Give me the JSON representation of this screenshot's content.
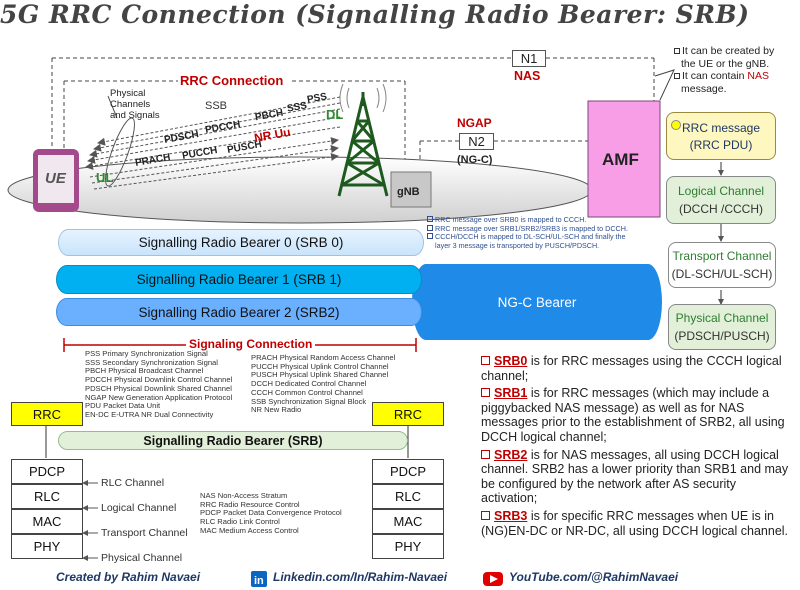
{
  "title": "5G RRC Connection (Signalling Radio Bearer: SRB)",
  "top": {
    "rrc_connection": "RRC Connection",
    "n1": "N1",
    "nas": "NAS",
    "ngap": "NGAP",
    "n2": "N2",
    "ngc": "(NG-C)",
    "amf": "AMF",
    "gnb": "gNB",
    "ue": "UE",
    "ul": "UL",
    "dl": "DL",
    "nr_uu": "NR Uu",
    "ssb": "SSB",
    "phys_label": [
      "Physical",
      "Channels",
      "and Signals"
    ],
    "dl_channels": [
      "PSS",
      "SSS",
      "PBCH",
      "PDCCH",
      "PDSCH"
    ],
    "ul_channels": [
      "PRACH",
      "PUCCH",
      "PUSCH"
    ],
    "amf_notes": [
      "It can be created by",
      "the UE or the gNB.",
      "It can contain ",
      "NAS",
      "message."
    ]
  },
  "srb_notes": [
    "RRC message over SRB0 is mapped to CCCH.",
    "RRC message over SRB1/SRB2/SRB3 is mapped to DCCH.",
    "CCCH/DCCH is mapped to DL-SCH/UL-SCH and finally the",
    "layer 3 message is transported by PUSCH/PDSCH."
  ],
  "bearers": {
    "srb0": "Signalling Radio Bearer 0 (SRB 0)",
    "srb1": "Signalling Radio Bearer 1 (SRB 1)",
    "srb2": "Signalling Radio Bearer 2 (SRB2)",
    "ngc_bearer": "NG-C  Bearer",
    "signaling_connection": "Signaling Connection",
    "srb": "Signalling Radio Bearer (SRB)"
  },
  "flow": {
    "rrc_message": "RRC message",
    "rrc_pdu": "(RRC PDU)",
    "logical_channel": "Logical Channel",
    "logical_values": "(DCCH /CCCH)",
    "transport_channel": "Transport Channel",
    "transport_values": "(DL-SCH/UL-SCH)",
    "physical_channel": "Physical Channel",
    "physical_values": "(PDSCH/PUSCH)"
  },
  "glossary_left": [
    "PSS Primary Synchronization Signal",
    "SSS Secondary Synchronization Signal",
    "PBCH Physical Broadcast Channel",
    "PDCCH Physical Downlink Control Channel",
    "PDSCH Physical Downlink Shared Channel",
    "NGAP New Generation Application Protocol",
    "PDU Packet Data Unit",
    "EN-DC E-UTRA NR Dual Connectivity"
  ],
  "glossary_right": [
    "PRACH Physical Random Access Channel",
    "PUCCH Physical Uplink Control Channel",
    "PUSCH Physical Uplink Shared Channel",
    "DCCH Dedicated Control Channel",
    "CCCH Common Control Channel",
    "SSB Synchronization Signal Block",
    "NR New Radio"
  ],
  "glossary_bottom": [
    "NAS Non-Access Stratum",
    "RRC Radio Resource Control",
    "PDCP Packet Data Convergence Protocol",
    "RLC Radio Link Control",
    "MAC Medium Access Control"
  ],
  "stack": {
    "rrc": "RRC",
    "layers": [
      "PDCP",
      "RLC",
      "MAC",
      "PHY"
    ],
    "channel_labels": [
      "RLC Channel",
      "Logical Channel",
      "Transport Channel",
      "Physical Channel"
    ]
  },
  "srb_desc": [
    {
      "key": "SRB0",
      "text": " is for RRC messages using the CCCH logical channel;"
    },
    {
      "key": "SRB1",
      "text": " is for RRC messages (which may include a piggybacked NAS message) as well as for NAS messages prior to the establishment of SRB2, all using DCCH logical channel;"
    },
    {
      "key": "SRB2",
      "text": " is for NAS messages, all using DCCH logical channel. SRB2 has a lower priority than SRB1 and may be configured by the network after AS security activation;"
    },
    {
      "key": "SRB3",
      "text": " is for specific RRC messages when UE is in (NG)EN-DC or NR-DC, all using DCCH logical channel."
    }
  ],
  "footer": {
    "created": "Created by Rahim Navaei",
    "linkedin": "Linkedin.com/In/Rahim-Navaei",
    "youtube": "YouTube.com/@RahimNavaei"
  },
  "colors": {
    "red": "#c00000",
    "green": "#2e8b2e",
    "amf_pink": "#f79ee6",
    "flow_green": "#e2f0d9",
    "rrc_yellow": "#ffff00",
    "srb_blue": "#00b0f0",
    "ngc_blue": "#1f8ae8",
    "ue_purple": "#a44a8c"
  }
}
